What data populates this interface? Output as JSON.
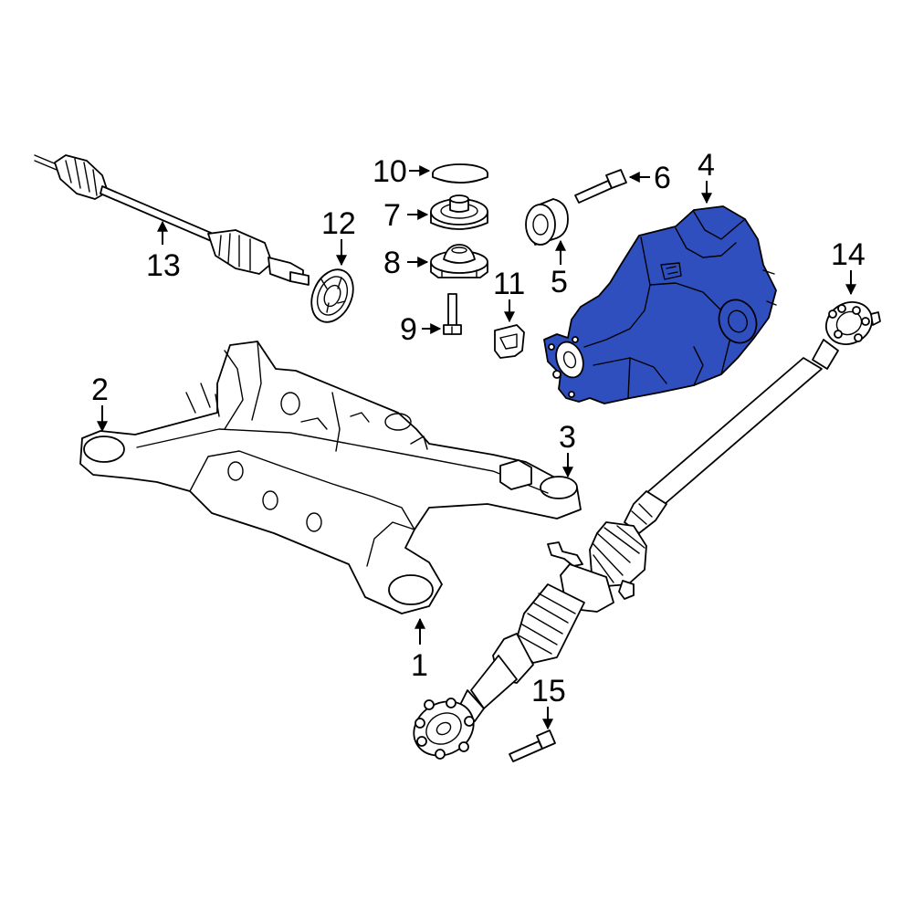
{
  "diagram": {
    "highlight_color": "#2f4fbf",
    "callouts": {
      "c1": "1",
      "c2": "2",
      "c3": "3",
      "c4": "4",
      "c5": "5",
      "c6": "6",
      "c7": "7",
      "c8": "8",
      "c9": "9",
      "c10": "10",
      "c11": "11",
      "c12": "12",
      "c13": "13",
      "c14": "14",
      "c15": "15"
    }
  }
}
